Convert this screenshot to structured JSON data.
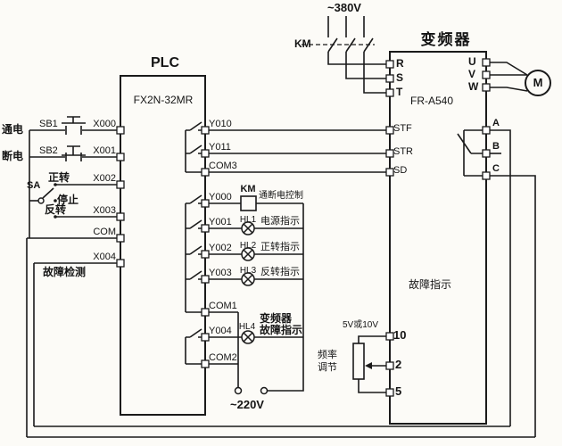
{
  "power": {
    "three_phase": "~380V",
    "contactor": "KM",
    "single_phase": "~220V"
  },
  "plc": {
    "title": "PLC",
    "model": "FX2N-32MR",
    "input_labels": {
      "x000": "X000",
      "x001": "X001",
      "x002": "X002",
      "x003": "X003",
      "com": "COM",
      "x004": "X004"
    },
    "output_labels": {
      "y010": "Y010",
      "y011": "Y011",
      "com3": "COM3",
      "y000": "Y000",
      "y001": "Y001",
      "y002": "Y002",
      "y003": "Y003",
      "com1": "COM1",
      "y004": "Y004",
      "com2": "COM2"
    }
  },
  "inputs": {
    "power_on": "通电",
    "sb1": "SB1",
    "power_off": "断电",
    "sb2": "SB2",
    "sa": "SA",
    "forward": "正转",
    "stop": "停止",
    "reverse": "反转",
    "fault_detect": "故障检测"
  },
  "outputs": {
    "km_coil": "KM",
    "km_desc": "通断电控制",
    "hl1": "HL1",
    "hl1_desc": "电源指示",
    "hl2": "HL2",
    "hl2_desc": "正转指示",
    "hl3": "HL3",
    "hl3_desc": "反转指示",
    "hl4": "HL4",
    "hl4_desc_line1": "变频器",
    "hl4_desc_line2": "故障指示"
  },
  "inverter": {
    "title": "变频器",
    "model": "FR-A540",
    "r": "R",
    "s": "S",
    "t": "T",
    "u": "U",
    "v": "V",
    "w": "W",
    "stf": "STF",
    "str": "STR",
    "sd": "SD",
    "a": "A",
    "b": "B",
    "c": "C",
    "fault_label": "故障指示",
    "t10": "10",
    "t2": "2",
    "t5": "5",
    "analog_voltage": "5V或10V",
    "freq_line1": "频率",
    "freq_line2": "调节"
  },
  "motor": {
    "label": "M"
  }
}
